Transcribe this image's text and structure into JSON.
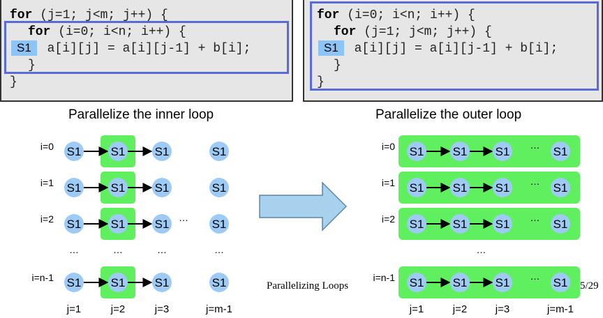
{
  "colors": {
    "node_fill": "#9ecbf6",
    "parallel_fill": "#5fef5f",
    "highlight_border": "#5b6bd6",
    "arrow_fill": "#a8d1ee"
  },
  "code_left": {
    "lines": [
      {
        "kw": "for",
        "text": " (j=1; j<m; j++) {"
      },
      {
        "kw": "for",
        "text": " (i=0; i<n; i++) {"
      },
      {
        "tag": "S1",
        "text": " a[i][j] = a[i][j-1] + b[i];"
      },
      {
        "text": "}"
      },
      {
        "text": "}"
      }
    ]
  },
  "code_right": {
    "lines": [
      {
        "kw": "for",
        "text": " (i=0; i<n; i++) {"
      },
      {
        "kw": "for",
        "text": " (j=1; j<m; j++) {"
      },
      {
        "tag": "S1",
        "text": " a[i][j] = a[i][j-1] + b[i];"
      },
      {
        "text": "}"
      },
      {
        "text": "}"
      }
    ]
  },
  "inner": {
    "title": "Parallelize the inner loop",
    "row_labels": [
      "i=0",
      "i=1",
      "i=2",
      "i=n-1"
    ],
    "col_labels": [
      "j=1",
      "j=2",
      "j=3",
      "j=m-1"
    ],
    "node_label": "S1",
    "ellipsis": "…"
  },
  "outer": {
    "title": "Parallelize the outer loop",
    "row_labels": [
      "i=0",
      "i=1",
      "i=2",
      "i=n-1"
    ],
    "col_labels": [
      "j=1",
      "j=2",
      "j=3",
      "j=m-1"
    ],
    "node_label": "S1",
    "ellipsis": "…"
  },
  "footer": {
    "title": "Parallelizing Loops",
    "page": "5/29"
  }
}
